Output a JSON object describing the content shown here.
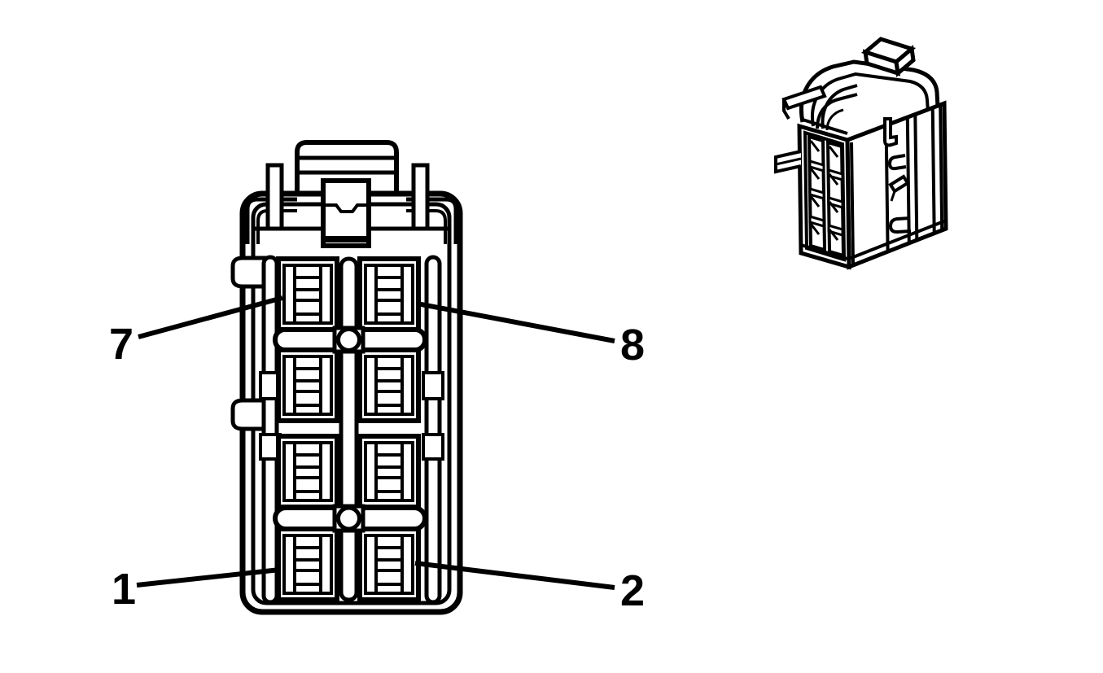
{
  "theme": {
    "background": "#ffffff",
    "line_color": "#000000"
  },
  "diagram": {
    "type": "connector-pinout-line-drawing",
    "callouts": [
      {
        "id": "terminal-7",
        "label": "7",
        "position": "upper-left"
      },
      {
        "id": "terminal-8",
        "label": "8",
        "position": "upper-right"
      },
      {
        "id": "terminal-1",
        "label": "1",
        "position": "lower-left"
      },
      {
        "id": "terminal-2",
        "label": "2",
        "position": "lower-right"
      }
    ],
    "views": {
      "face_view": "8-cavity connector face view (2 columns x 4 rows)",
      "perspective_view": "connector isometric view"
    }
  }
}
